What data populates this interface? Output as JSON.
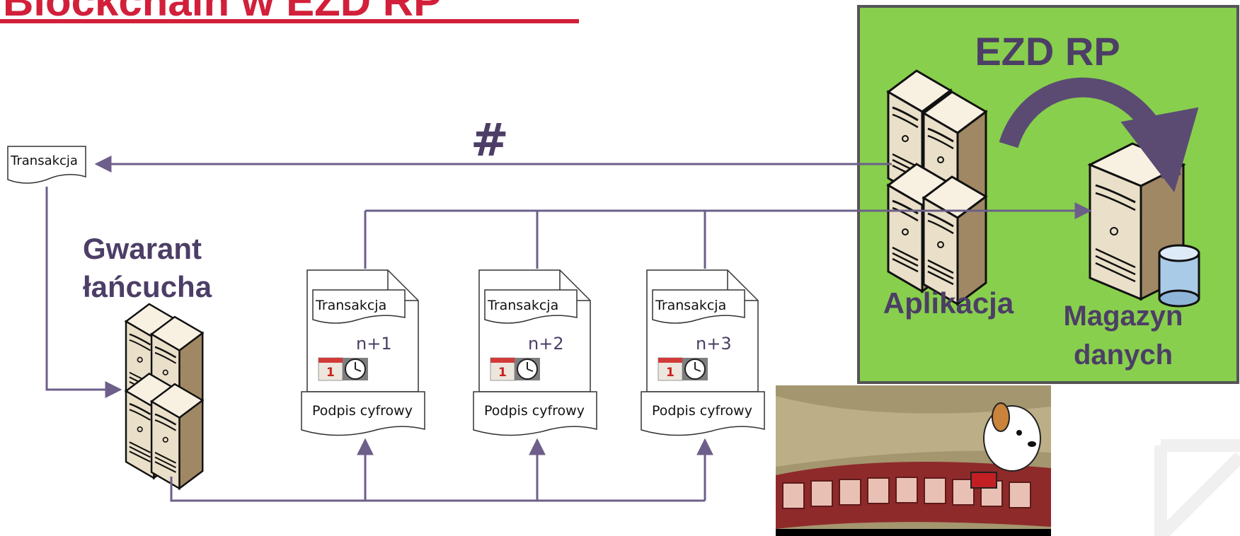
{
  "title": "Blockchain w EZD RP",
  "labels": {
    "ezd_rp": "EZD RP",
    "hash_symbol": "#",
    "transaction_doc": "Transakcja",
    "guarantor_line1": "Gwarant",
    "guarantor_line2": "łańcucha",
    "application": "Aplikacja",
    "storage_line1": "Magazyn",
    "storage_line2": "danych"
  },
  "blocks": [
    {
      "tx_label": "Transakcja",
      "index": "n+1",
      "calendar_day": "1",
      "signature": "Podpis cyfrowy"
    },
    {
      "tx_label": "Transakcja",
      "index": "n+2",
      "calendar_day": "1",
      "signature": "Podpis cyfrowy"
    },
    {
      "tx_label": "Transakcja",
      "index": "n+3",
      "calendar_day": "1",
      "signature": "Podpis cyfrowy"
    }
  ],
  "colors": {
    "title_red": "#d21f3a",
    "label_purple": "#4c3e66",
    "arrow_line": "#6d5f8a",
    "ezd_green": "#88cf4d",
    "ezd_border": "#555555",
    "server_light": "#f8f1e2",
    "server_mid": "#d9c9a8",
    "server_dark": "#a08864",
    "db_blue": "#a9cbe8"
  },
  "icons": [
    "server-icon",
    "database-icon",
    "calendar-icon",
    "clock-icon",
    "curved-arrow-icon",
    "document-icon",
    "film-strip-image",
    "dog-mascot-image"
  ]
}
